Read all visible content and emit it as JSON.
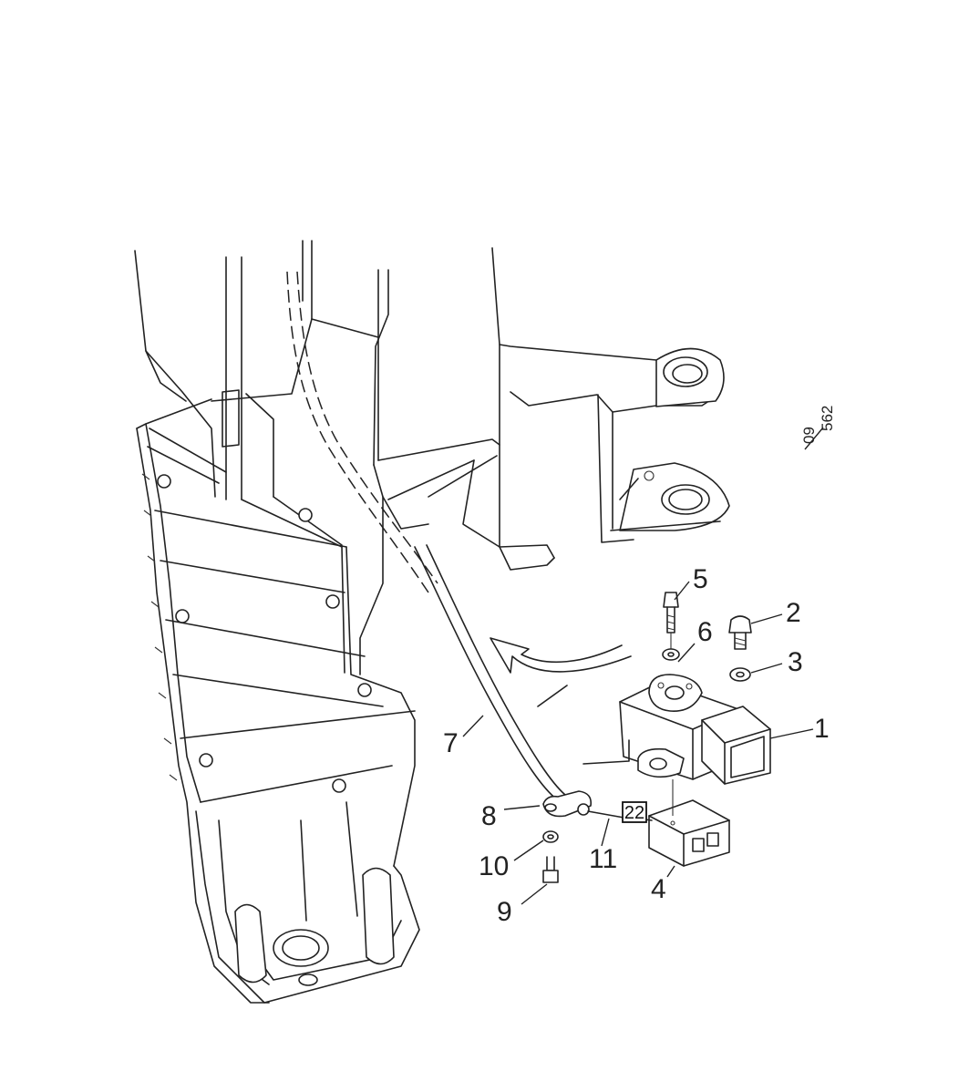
{
  "drawing_number": {
    "top": "09",
    "bottom": "562"
  },
  "reference_box": "22",
  "callouts": {
    "c1": "1",
    "c2": "2",
    "c3": "3",
    "c4": "4",
    "c5": "5",
    "c6": "6",
    "c7": "7",
    "c8": "8",
    "c9": "9",
    "c10": "10",
    "c11": "11"
  }
}
